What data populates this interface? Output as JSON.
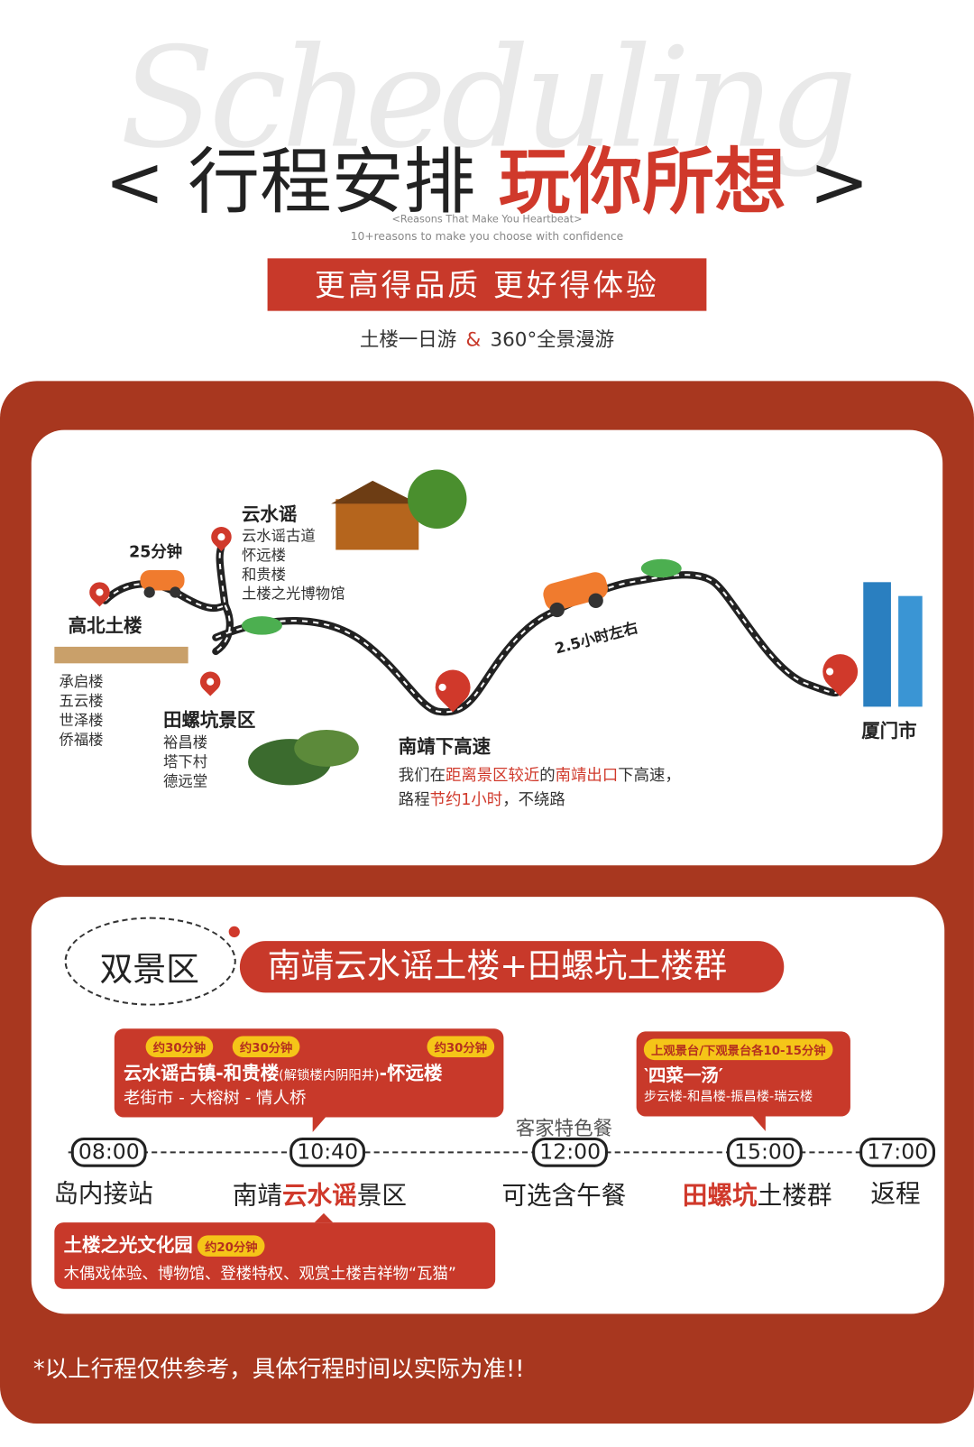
{
  "header": {
    "watermark": "Scheduling",
    "title_left": "< 行程安排",
    "title_red": "玩你所想",
    "title_right": ">",
    "sub1": "<Reasons That Make You Heartbeat>",
    "sub2": "10+reasons to make you choose with confidence",
    "banner": "更高得品质 更好得体验",
    "tag_left": "土楼一日游",
    "tag_amp": "&",
    "tag_right": "360°全景漫游"
  },
  "map": {
    "gaobei": {
      "title": "高北土楼",
      "items": [
        "承启楼",
        "五云楼",
        "世泽楼",
        "侨福楼"
      ]
    },
    "time25": "25分钟",
    "yunshuiyao": {
      "title": "云水谣",
      "items": [
        "云水谣古道",
        "怀远楼",
        "和贵楼",
        "土楼之光博物馆"
      ]
    },
    "tianluokeng": {
      "title": "田螺坑景区",
      "items": [
        "裕昌楼",
        "塔下村",
        "德远堂"
      ]
    },
    "nanjing": {
      "title": "南靖下高速",
      "l1a": "我们在",
      "l1b": "距离景区较近",
      "l1c": "的",
      "l1d": "南靖出口",
      "l1e": "下高速，",
      "l2a": "路程",
      "l2b": "节约1小时",
      "l2c": "，不绕路"
    },
    "time25h": "2.5小时左右",
    "xiamen": "厦门市"
  },
  "schedule": {
    "badge": "双景区",
    "headline": "南靖云水谣土楼+田螺坑土楼群",
    "bubble1": {
      "pills": [
        "约30分钟",
        "约30分钟",
        "约30分钟"
      ],
      "l1a": "云水谣古镇-和贵楼",
      "l1b": "(解锁楼内阴阳井)",
      "l1c": "-怀远楼",
      "l2": "老街市 - 大榕树 - 情人桥"
    },
    "bubble2": {
      "pill": "上观景台/下观景台各10-15分钟",
      "l1": "‵四菜一汤′",
      "l2": "步云楼-和昌楼-振昌楼-瑞云楼"
    },
    "bubble3": {
      "title": "土楼之光文化园",
      "pill": "约20分钟",
      "l2": "木偶戏体验、博物馆、登楼特权、观赏土楼吉祥物“瓦猫”"
    },
    "lunch_note": "客家特色餐",
    "stops": [
      {
        "time": "08:00",
        "a": "岛内接站",
        "r": "",
        "b": ""
      },
      {
        "time": "10:40",
        "a": "南靖",
        "r": "云水谣",
        "b": "景区"
      },
      {
        "time": "12:00",
        "a": "可选含午餐",
        "r": "",
        "b": ""
      },
      {
        "time": "15:00",
        "a": "",
        "r": "田螺坑",
        "b": "土楼群"
      },
      {
        "time": "17:00",
        "a": "返程",
        "r": "",
        "b": ""
      }
    ]
  },
  "footer": {
    "note": "*以上行程仅供参考，具体行程时间以实际为准!!"
  }
}
